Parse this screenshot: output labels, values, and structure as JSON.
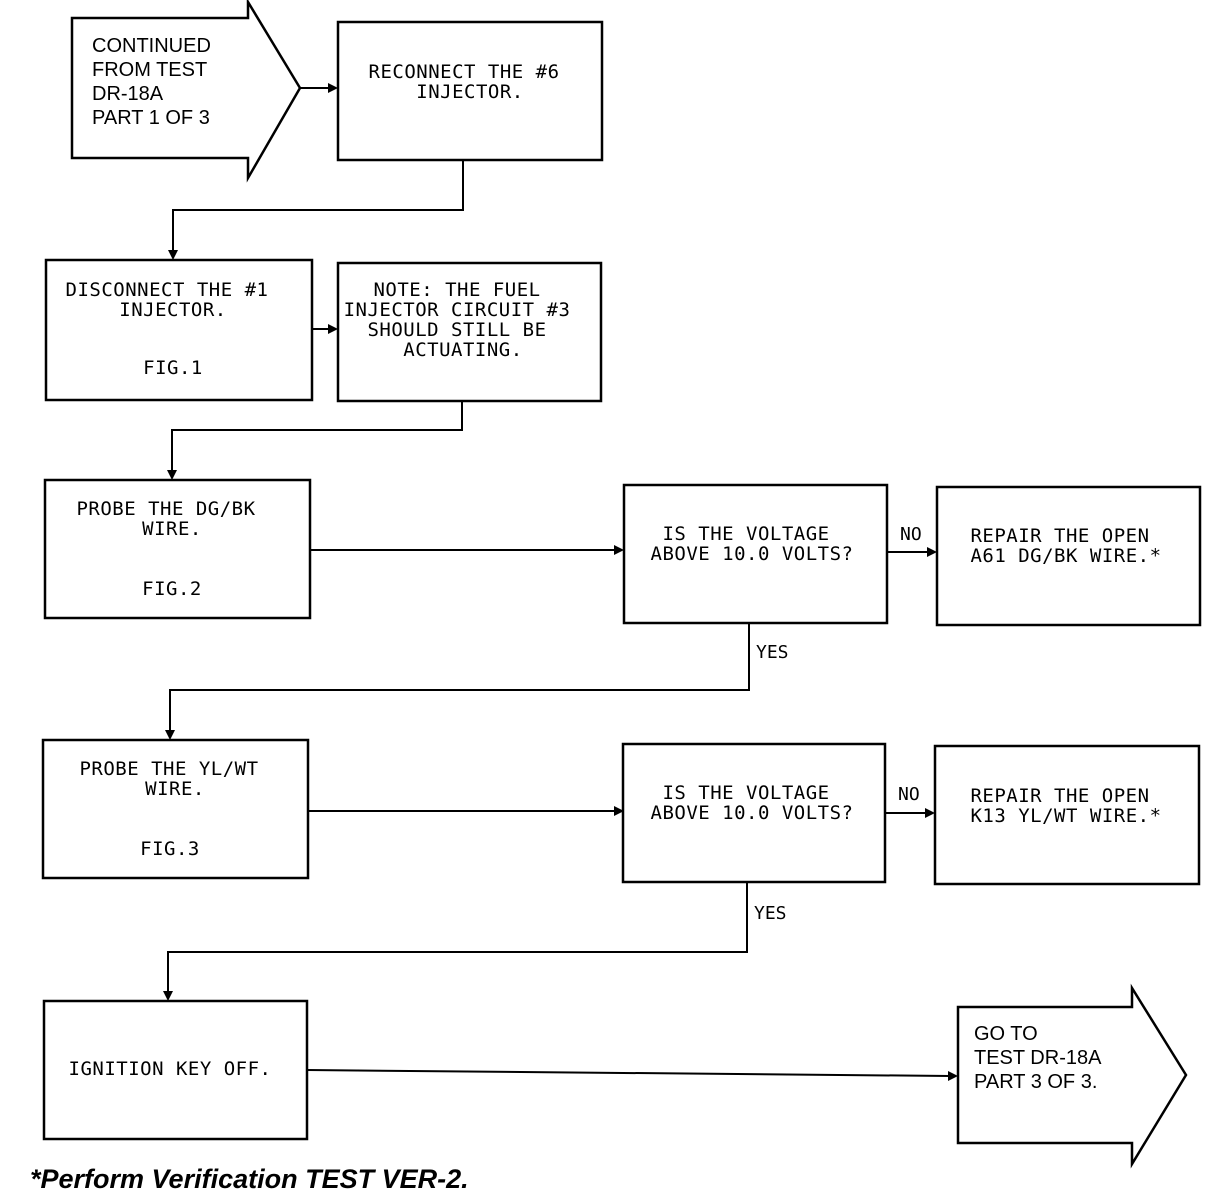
{
  "start_arrow": {
    "lines": [
      "CONTINUED",
      "FROM TEST",
      "DR-18A",
      "PART 1 OF 3"
    ]
  },
  "steps": {
    "reconnect": [
      "RECONNECT THE #6",
      "INJECTOR."
    ],
    "disconnect": [
      "DISCONNECT THE #1",
      "INJECTOR."
    ],
    "disconnect_fig": "FIG.1",
    "note": [
      "NOTE: THE FUEL",
      "INJECTOR CIRCUIT #3",
      "SHOULD STILL BE",
      "ACTUATING."
    ],
    "probe_dgbk": [
      "PROBE THE DG/BK",
      "WIRE."
    ],
    "probe_dgbk_fig": "FIG.2",
    "question1": [
      "IS THE VOLTAGE",
      "ABOVE 10.0 VOLTS?"
    ],
    "repair1": [
      "REPAIR THE OPEN",
      "A61 DG/BK WIRE.*"
    ],
    "probe_ylwt": [
      "PROBE THE YL/WT",
      "WIRE."
    ],
    "probe_ylwt_fig": "FIG.3",
    "question2": [
      "IS THE VOLTAGE",
      "ABOVE 10.0 VOLTS?"
    ],
    "repair2": [
      "REPAIR THE OPEN",
      "K13 YL/WT WIRE.*"
    ],
    "ignition": [
      "IGNITION KEY OFF."
    ]
  },
  "labels": {
    "no1": "NO",
    "yes1": "YES",
    "no2": "NO",
    "yes2": "YES"
  },
  "end_arrow": {
    "lines": [
      "GO TO",
      "TEST DR-18A",
      "PART 3 OF 3."
    ]
  },
  "footnote": "*Perform Verification TEST VER-2."
}
